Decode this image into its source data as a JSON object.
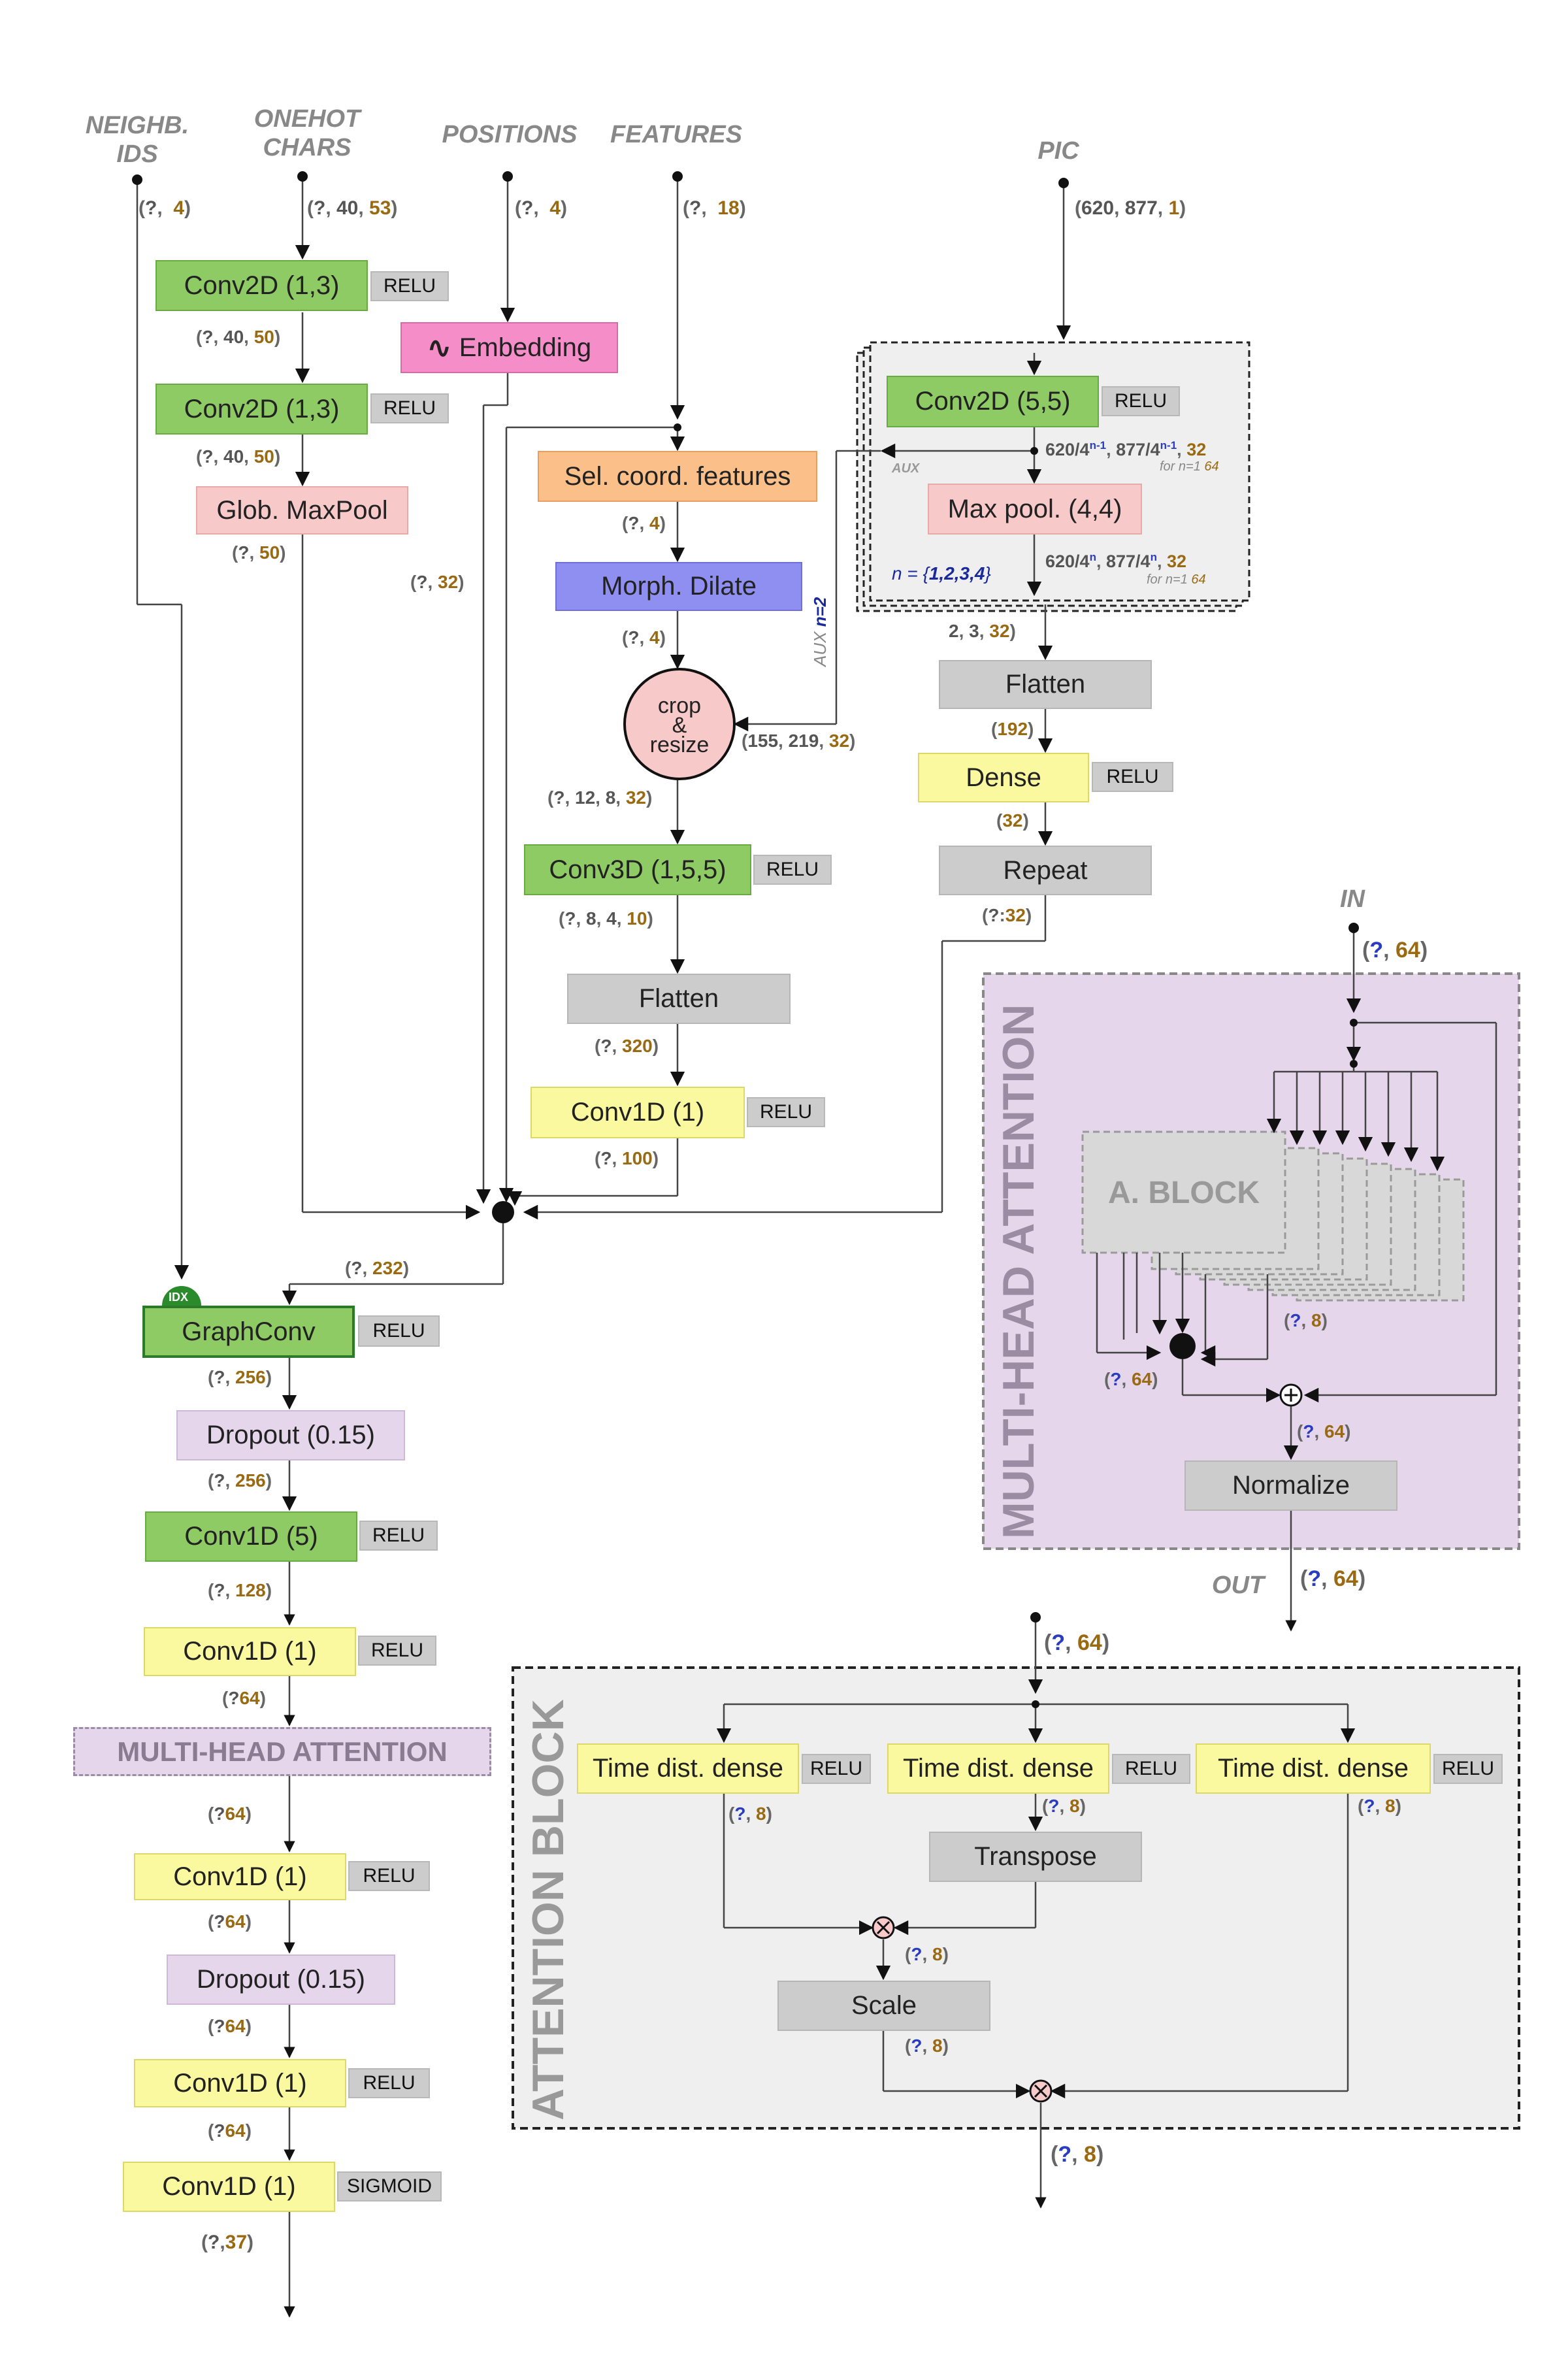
{
  "inputs": {
    "neighb_ids": "NEIGHB.\nIDS",
    "onehot_chars": "ONEHOT\nCHARS",
    "positions": "POSITIONS",
    "features": "FEATURES",
    "pic": "PIC",
    "mha_in": "IN",
    "mha_out": "OUT"
  },
  "layers": {
    "conv2d_1": "Conv2D (1,3)",
    "conv2d_2": "Conv2D (1,3)",
    "glob_maxpool": "Glob. MaxPool",
    "embedding": "Embedding",
    "sel_coord": "Sel. coord. features",
    "morph_dilate": "Morph. Dilate",
    "crop_resize": "crop\n&\nresize",
    "conv3d": "Conv3D (1,5,5)",
    "flatten_1": "Flatten",
    "conv1d_100": "Conv1D (1)",
    "conv2d_55": "Conv2D (5,5)",
    "maxpool_44": "Max pool. (4,4)",
    "flatten_2": "Flatten",
    "dense": "Dense",
    "repeat": "Repeat",
    "graphconv": "GraphConv",
    "dropout_1": "Dropout (0.15)",
    "conv1d_5": "Conv1D (5)",
    "conv1d_a": "Conv1D (1)",
    "mha_box": "MULTI-HEAD ATTENTION",
    "conv1d_b": "Conv1D (1)",
    "dropout_2": "Dropout (0.15)",
    "conv1d_c": "Conv1D (1)",
    "conv1d_d": "Conv1D (1)",
    "a_block": "A. BLOCK",
    "normalize": "Normalize",
    "td_dense_1": "Time dist. dense",
    "td_dense_2": "Time dist. dense",
    "td_dense_3": "Time dist. dense",
    "transpose": "Transpose",
    "scale": "Scale"
  },
  "activations": {
    "relu": "RELU",
    "sigmoid": "SIGMOID"
  },
  "misc": {
    "idx": "IDX",
    "aux": "AUX",
    "aux_n2": "n=2",
    "n_set_prefix": "n = {",
    "n_set": "1,2,3,4",
    "n_set_suffix": "}",
    "for_n1": "for n=1",
    "for_n1_val": "64",
    "mha_title": "MULTI-HEAD ATTENTION",
    "attn_title": "ATTENTION BLOCK",
    "sym_pow": "n-1",
    "sym_pow2": "n",
    "div_620": "620/4",
    "div_877": "877/4"
  },
  "shapes": {
    "q": "?",
    "d4": "4",
    "d40": "40",
    "d53": "53",
    "d18": "18",
    "d620": "620",
    "d877": "877",
    "d1": "1",
    "d50": "50",
    "d32": "32",
    "d2": "2",
    "d3": "3",
    "d192": "192",
    "d155": "155",
    "d219": "219",
    "d12": "12",
    "d8": "8",
    "d10": "10",
    "d320": "320",
    "d100": "100",
    "d232": "232",
    "d256": "256",
    "d128": "128",
    "d64": "64",
    "d37": "37"
  },
  "colors": {
    "green": "#8fcb65",
    "yellow": "#fbf9a0",
    "gray": "#cccccc",
    "pink": "#f7c9c9",
    "lavender": "#e5d6ec",
    "orange": "#fbc08a",
    "blue": "#8f8ff2",
    "magenta": "#f58ec8",
    "highlight_number": "#9a6a12",
    "head_number": "#2a3cc0"
  }
}
